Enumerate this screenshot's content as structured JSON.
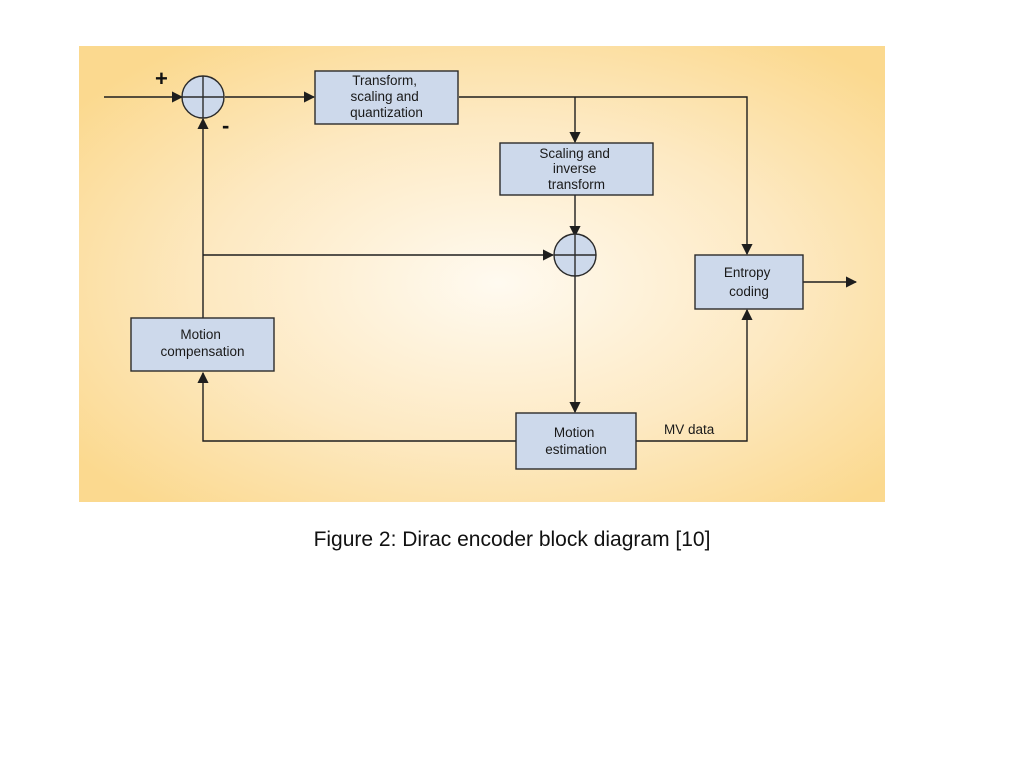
{
  "diagram": {
    "blocks": {
      "transform": [
        "Transform,",
        "scaling and",
        "quantization"
      ],
      "inverse": [
        "Scaling and",
        "inverse",
        "transform"
      ],
      "entropy": [
        "Entropy",
        "coding"
      ],
      "motion_comp": [
        "Motion",
        "compensation"
      ],
      "motion_est": [
        "Motion",
        "estimation"
      ]
    },
    "signs": {
      "plus": "+",
      "minus": "-"
    },
    "edge_labels": {
      "mv_data": "MV data"
    },
    "colors": {
      "background_center": "#fffaf0",
      "background_edge": "#fbd98f",
      "block_fill": "#cdd9eb",
      "line": "#1e1e1e"
    }
  },
  "caption": "Figure 2: Dirac encoder block diagram [10]"
}
